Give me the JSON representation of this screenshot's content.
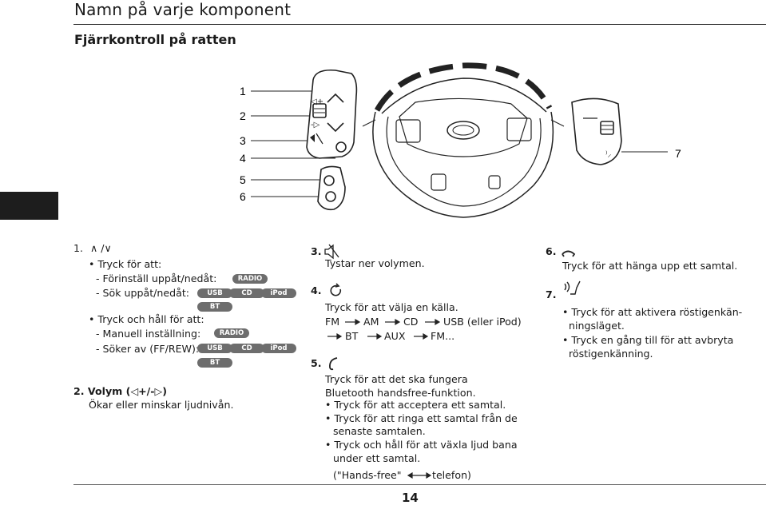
{
  "header": {
    "title": "Namn på varje komponent",
    "subtitle": "Fjärrkontroll på ratten"
  },
  "figure": {
    "callouts": [
      "1",
      "2",
      "3",
      "4",
      "5",
      "6",
      "7"
    ]
  },
  "col1": {
    "n1": "1.",
    "n1_symbol": "∧ /∨",
    "press_for": "• Tryck för att:",
    "preset_updown": "- Förinställ uppåt/nedåt:",
    "seek_updown": "- Sök uppåt/nedåt:",
    "press_hold": "• Tryck och håll för att:",
    "manual_setting": "- Manuell inställning:",
    "search_ffrew": "- Söker av (FF/REW):",
    "volume": "2. Volym (",
    "volume_mid": "+/-",
    "volume_end": ")",
    "volume_desc": "Ökar eller minskar ljudnivån."
  },
  "badges": {
    "radio": "RADIO",
    "usb": "USB",
    "cd": "CD",
    "ipod": "iPod",
    "bt": "BT"
  },
  "col2": {
    "n3": "3.",
    "mute_desc": "Tystar ner volymen.",
    "n4": "4.",
    "source_desc": "Tryck för att välja en källa.",
    "fm": "FM",
    "am": "AM",
    "cd": "CD",
    "usb_or_ipod": "USB (eller iPod)",
    "bt": "BT",
    "aux": "AUX",
    "fm_end": "FM...",
    "n5": "5.",
    "bt_line1": "Tryck för att det ska fungera",
    "bt_line2": "Bluetooth handsfree-funktion.",
    "accept": "• Tryck för att acceptera ett samtal.",
    "dial1": "• Tryck för att ringa ett samtal från de",
    "dial2": "senaste samtalen.",
    "switch1": "• Tryck och håll för att växla ljud bana",
    "switch2": "under ett samtal.",
    "handsfree": "(\"Hands-free\"",
    "phone": "telefon)"
  },
  "col3": {
    "n6": "6.",
    "hangup": "Tryck för att hänga upp ett samtal.",
    "n7": "7.",
    "voice1": "• Tryck för att aktivera röstigenkän-",
    "voice2": "ningsläget.",
    "voice3": "• Tryck en gång till för att avbryta",
    "voice4": "röstigenkänning."
  },
  "footer": {
    "page_number": "14"
  }
}
